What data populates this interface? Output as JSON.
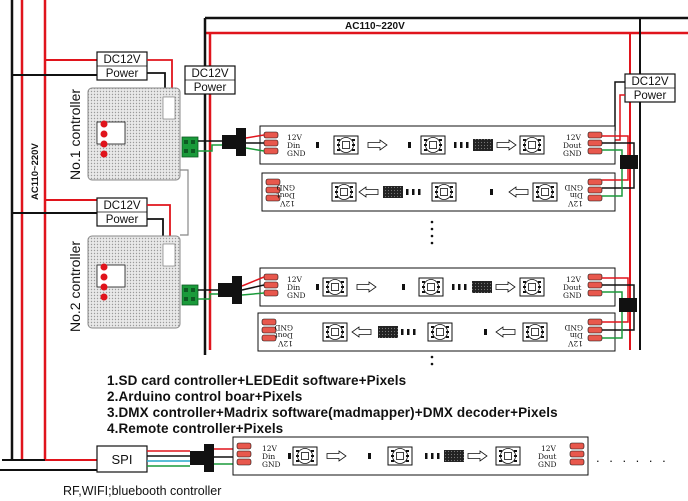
{
  "mains": {
    "top_label": "AC110~220V",
    "side_label": "AC110~220V"
  },
  "power": {
    "label_line1": "DC12V",
    "label_line2": "Power"
  },
  "controllers": [
    {
      "name": "No.1 controller"
    },
    {
      "name": "No.2 controller"
    }
  ],
  "strip_pins": {
    "in": [
      "12V",
      "Din",
      "GND"
    ],
    "out": [
      "12V",
      "Dout",
      "GND"
    ]
  },
  "ellipsis": "• • •",
  "spi": {
    "label": "SPI"
  },
  "methods": [
    "1.SD card controller+LEDEdit software+Pixels",
    "2.Arduino control boar+Pixels",
    "3.DMX controller+Madrix software(madmapper)+DMX decoder+Pixels",
    "4.Remote controller+Pixels"
  ],
  "bottom_note": "RF,WIFI;bluebooth controller",
  "colors": {
    "red_wire": "#e0141c",
    "black_wire": "#111111",
    "green_wire": "#1a9a3a",
    "cyan_wire": "#25a9c9",
    "strip_pad": "#e8584d",
    "title_red": "#c0141c"
  }
}
